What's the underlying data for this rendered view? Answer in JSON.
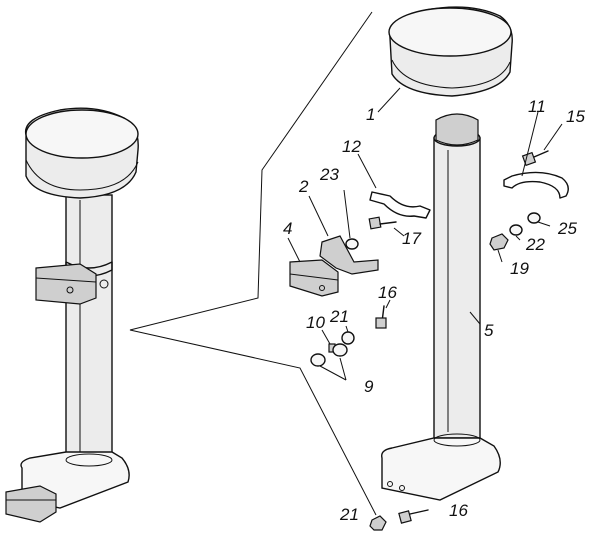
{
  "callouts": {
    "c1": "1",
    "c2": "2",
    "c4": "4",
    "c5": "5",
    "c9": "9",
    "c10": "10",
    "c11": "11",
    "c12": "12",
    "c15": "15",
    "c16a": "16",
    "c16b": "16",
    "c17": "17",
    "c19": "19",
    "c21a": "21",
    "c21b": "21",
    "c22": "22",
    "c23": "23",
    "c25": "25"
  }
}
